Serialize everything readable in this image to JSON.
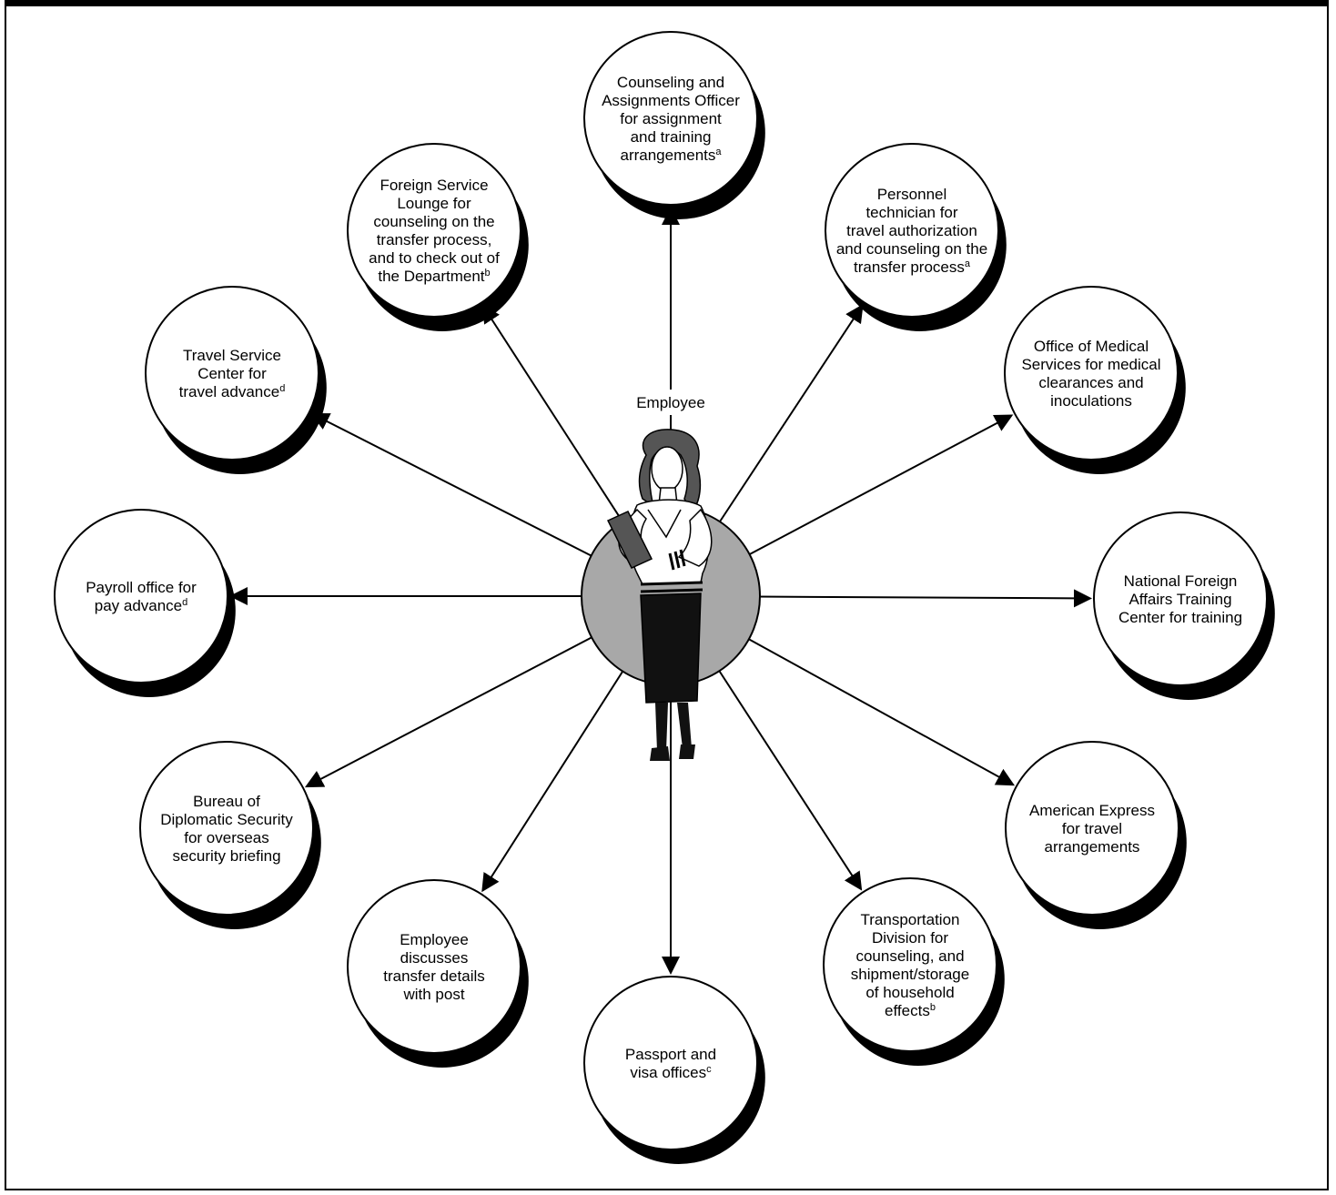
{
  "diagram": {
    "center_label": "Employee",
    "nodes": [
      {
        "id": "caso",
        "lines": [
          [
            "Counseling and"
          ],
          [
            "Assignments Officer"
          ],
          [
            "for assignment"
          ],
          [
            "and training"
          ],
          [
            "arrangements",
            "a"
          ]
        ]
      },
      {
        "id": "personnel",
        "lines": [
          [
            "Personnel"
          ],
          [
            "technician for"
          ],
          [
            "travel authorization"
          ],
          [
            "and counseling on the"
          ],
          [
            "transfer process",
            "a"
          ]
        ]
      },
      {
        "id": "medical",
        "lines": [
          [
            "Office of Medical"
          ],
          [
            "Services for medical"
          ],
          [
            "clearances and"
          ],
          [
            "inoculations"
          ]
        ]
      },
      {
        "id": "nfatc",
        "lines": [
          [
            "National Foreign"
          ],
          [
            "Affairs Training"
          ],
          [
            "Center for training"
          ]
        ]
      },
      {
        "id": "amex",
        "lines": [
          [
            "American Express"
          ],
          [
            "for travel"
          ],
          [
            "arrangements"
          ]
        ]
      },
      {
        "id": "transportation",
        "lines": [
          [
            "Transportation"
          ],
          [
            "Division for"
          ],
          [
            "counseling, and"
          ],
          [
            "shipment/storage"
          ],
          [
            "of household"
          ],
          [
            "effects",
            "b"
          ]
        ]
      },
      {
        "id": "passport",
        "lines": [
          [
            "Passport and"
          ],
          [
            "visa offices",
            "c"
          ]
        ]
      },
      {
        "id": "post",
        "lines": [
          [
            "Employee"
          ],
          [
            "discusses"
          ],
          [
            "transfer details"
          ],
          [
            "with post"
          ]
        ]
      },
      {
        "id": "security",
        "lines": [
          [
            "Bureau of"
          ],
          [
            "Diplomatic Security"
          ],
          [
            "for overseas"
          ],
          [
            "security briefing"
          ]
        ]
      },
      {
        "id": "payroll",
        "lines": [
          [
            "Payroll office for"
          ],
          [
            "pay advance",
            "d"
          ]
        ]
      },
      {
        "id": "travel-service",
        "lines": [
          [
            "Travel Service"
          ],
          [
            "Center for"
          ],
          [
            "travel advance",
            "d"
          ]
        ]
      },
      {
        "id": "fs-lounge",
        "lines": [
          [
            "Foreign Service"
          ],
          [
            "Lounge for"
          ],
          [
            "counseling on the"
          ],
          [
            "transfer process,"
          ],
          [
            "and to check out of"
          ],
          [
            "the Department",
            "b"
          ]
        ]
      }
    ]
  },
  "colors": {
    "center_disc": "#a8a8a8",
    "outline": "#000000",
    "bubble_fill": "#ffffff"
  }
}
